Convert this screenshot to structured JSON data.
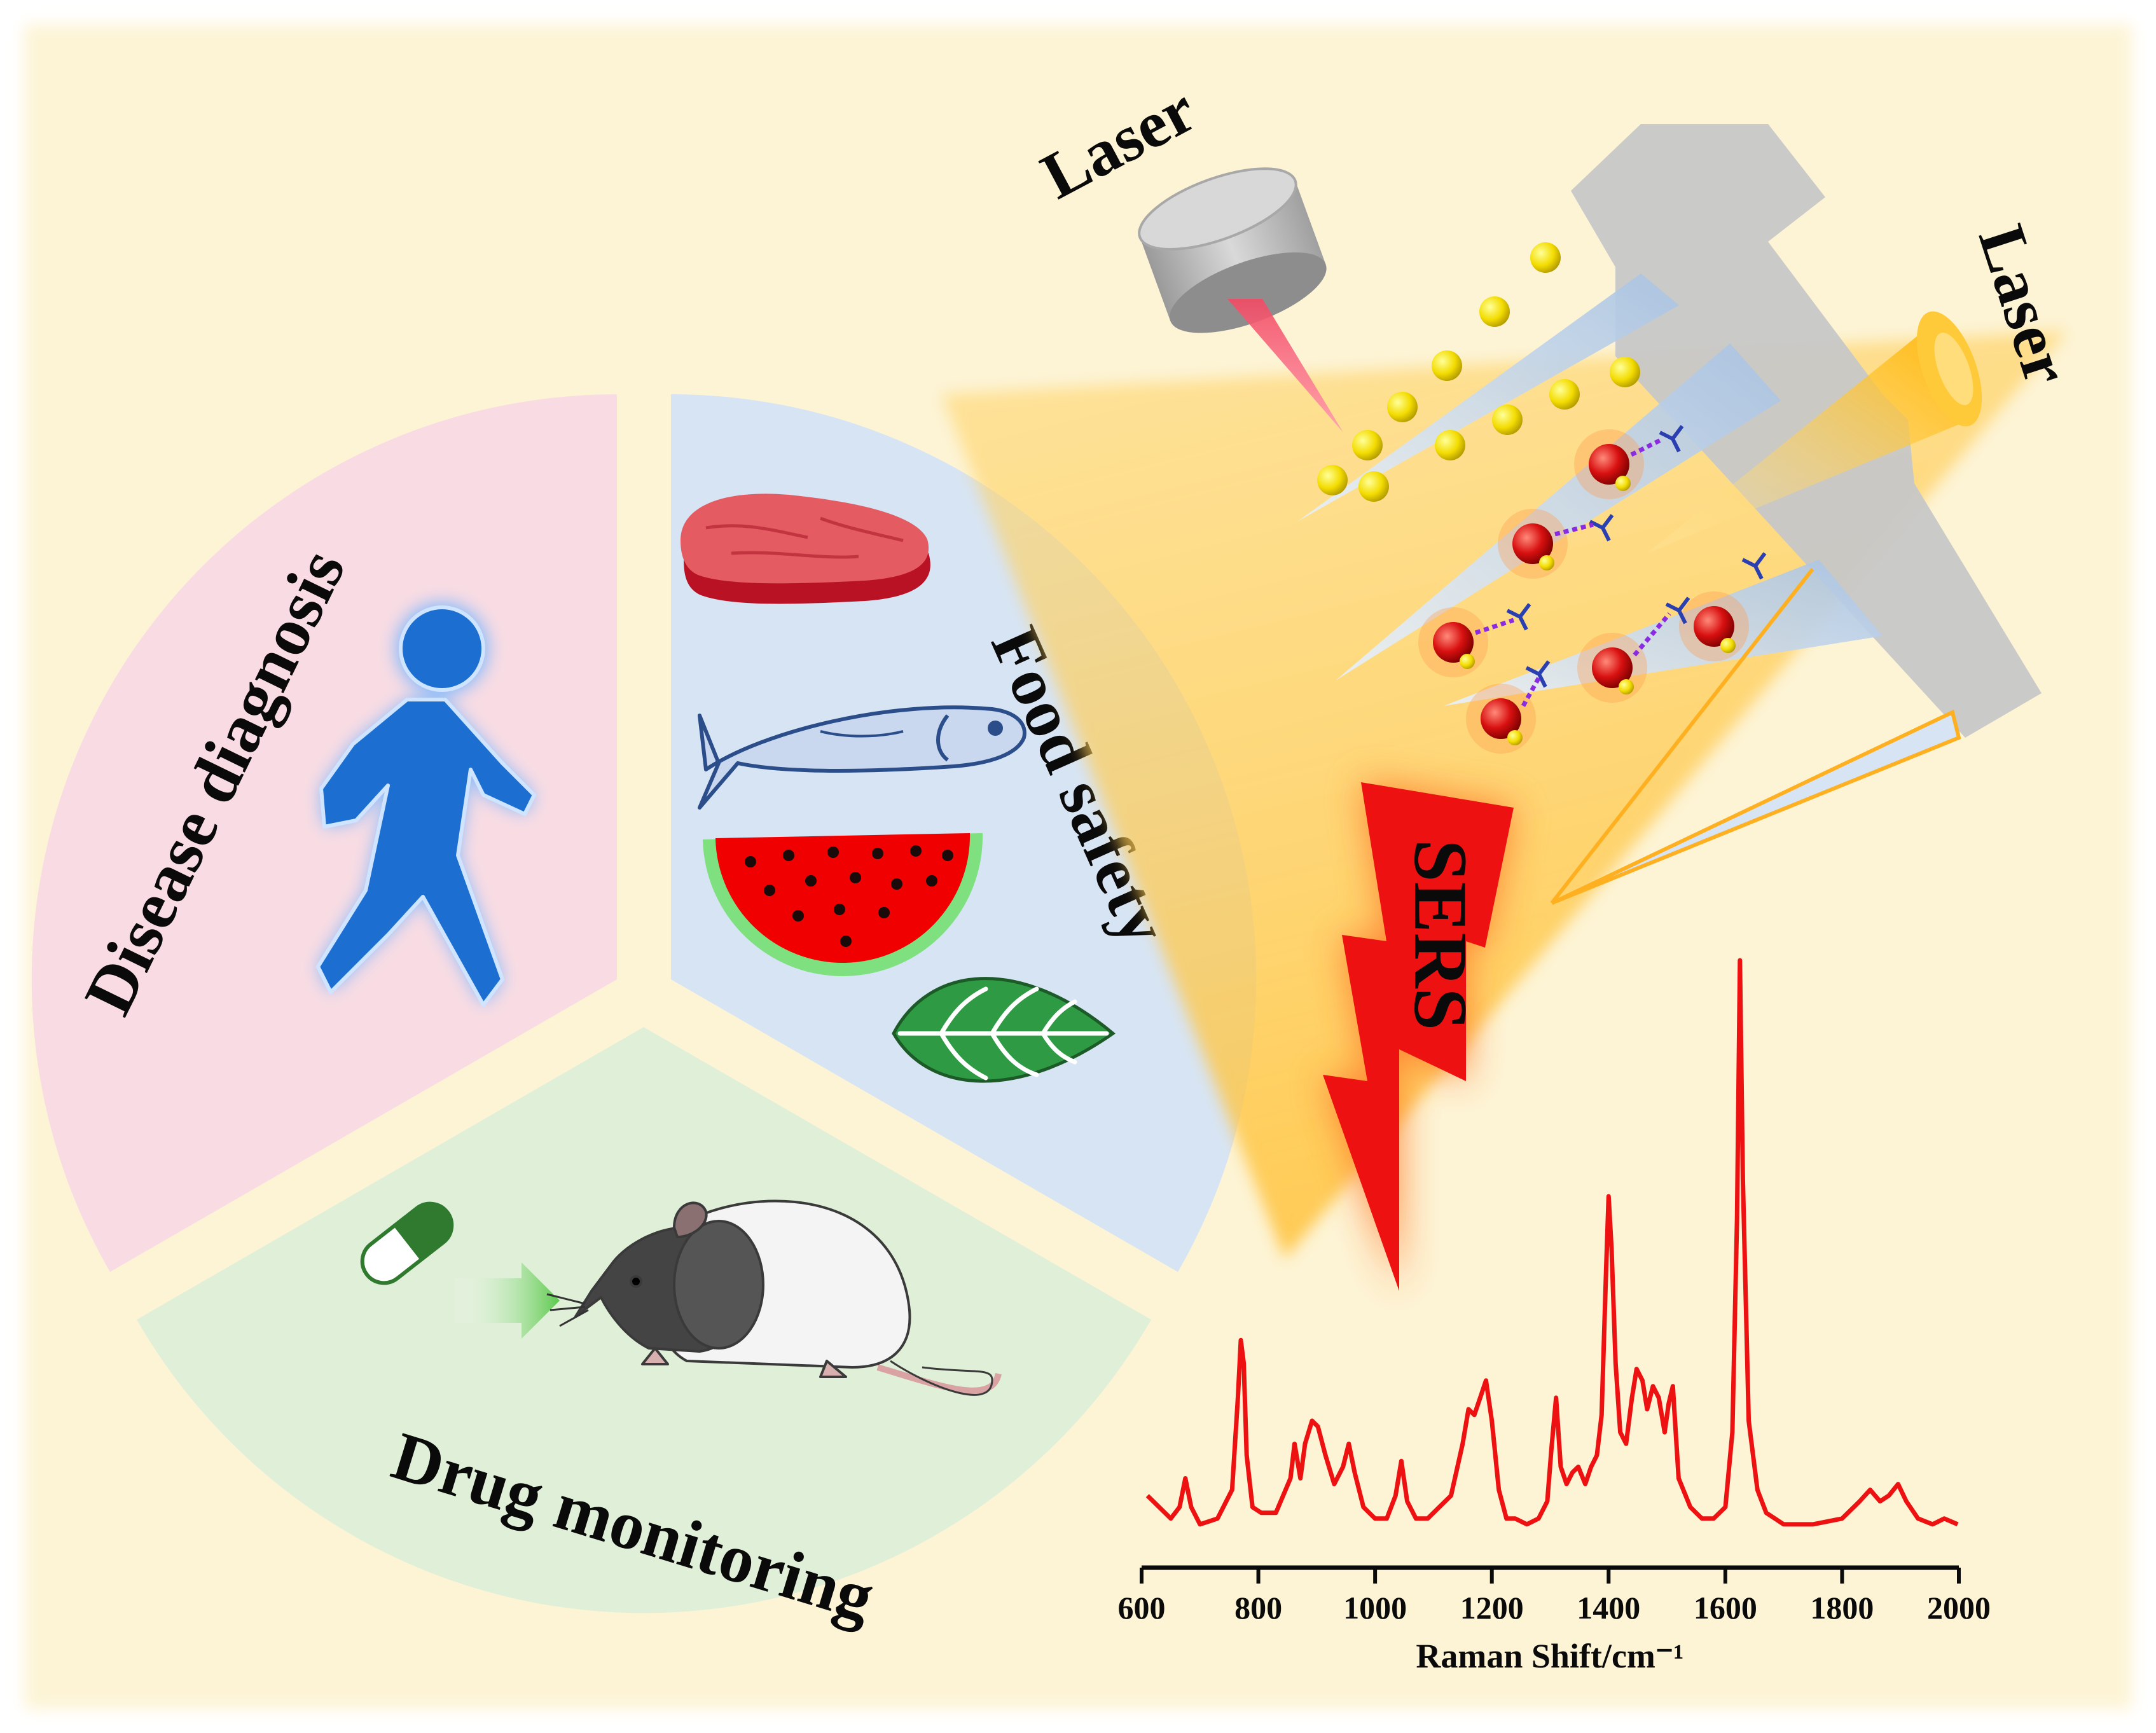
{
  "colors": {
    "background": "#fdf4d6",
    "disease_sector": "#f9dce3",
    "food_sector": "#d7e4f4",
    "drug_sector": "#e0efd8",
    "person_icon": "#1c6fd0",
    "spectrum_line": "#ee1111",
    "sers_bolt": "#ee1111",
    "laser_beam_red": "#f6546e",
    "laser_beam_orange": "#ffc52a",
    "gold_nanoparticle": "#f4e000",
    "red_nanoparticle": "#d41010",
    "chip_gray": "#c7c7c7"
  },
  "sectors": {
    "disease": {
      "label": "Disease diagnosis",
      "icon": "person-walking-icon"
    },
    "food": {
      "label": "Food safety",
      "icons": [
        "meat-icon",
        "fish-icon",
        "watermelon-icon",
        "leaf-icon"
      ]
    },
    "drug": {
      "label": "Drug monitoring",
      "icons": [
        "capsule-icon",
        "arrow-icon",
        "rat-icon"
      ]
    }
  },
  "device": {
    "laser_top_label": "Laser",
    "laser_right_label": "Laser",
    "signal_label": "SERS"
  },
  "chart_data": {
    "type": "line",
    "xlabel": "Raman Shift/cm⁻¹",
    "ylabel": "",
    "xlim": [
      600,
      2000
    ],
    "xticks": [
      600,
      800,
      1000,
      1200,
      1400,
      1600,
      1800,
      2000
    ],
    "x_tick_labels": [
      "600",
      "800",
      "1000",
      "1200",
      "1400",
      "1600",
      "1800",
      "2000"
    ],
    "y_axis_shown": false,
    "ylim": [
      0,
      100
    ],
    "series": [
      {
        "x": [
          610,
          650,
          665,
          675,
          685,
          700,
          730,
          755,
          765,
          770,
          775,
          780,
          790,
          805,
          830,
          855,
          862,
          872,
          880,
          892,
          902,
          915,
          930,
          945,
          955,
          965,
          980,
          1000,
          1020,
          1035,
          1045,
          1055,
          1070,
          1090,
          1110,
          1130,
          1150,
          1160,
          1170,
          1180,
          1190,
          1200,
          1212,
          1225,
          1240,
          1260,
          1280,
          1295,
          1302,
          1310,
          1318,
          1328,
          1338,
          1348,
          1360,
          1370,
          1380,
          1388,
          1396,
          1400,
          1405,
          1412,
          1420,
          1430,
          1440,
          1448,
          1458,
          1466,
          1476,
          1486,
          1496,
          1503,
          1510,
          1520,
          1540,
          1560,
          1580,
          1600,
          1612,
          1620,
          1625,
          1630,
          1640,
          1655,
          1670,
          1700,
          1750,
          1800,
          1830,
          1848,
          1865,
          1880,
          1896,
          1910,
          1930,
          1955,
          1975,
          1998
        ],
        "y": [
          7,
          3,
          5,
          10,
          5,
          2,
          3,
          8,
          24,
          34,
          30,
          14,
          5,
          4,
          4,
          10,
          16,
          10,
          16,
          20,
          19,
          14,
          9,
          12,
          16,
          11,
          5,
          3,
          3,
          7,
          13,
          6,
          3,
          3,
          5,
          7,
          16,
          22,
          21,
          24,
          27,
          20,
          8,
          3,
          3,
          2,
          3,
          6,
          15,
          24,
          12,
          9,
          11,
          12,
          9,
          12,
          14,
          21,
          47,
          59,
          50,
          30,
          18,
          16,
          24,
          29,
          27,
          22,
          26,
          24,
          18,
          23,
          26,
          10,
          5,
          3,
          3,
          5,
          18,
          55,
          100,
          62,
          20,
          8,
          4,
          2,
          2,
          3,
          6,
          8,
          6,
          7,
          9,
          6,
          3,
          2,
          3,
          2
        ]
      }
    ]
  }
}
